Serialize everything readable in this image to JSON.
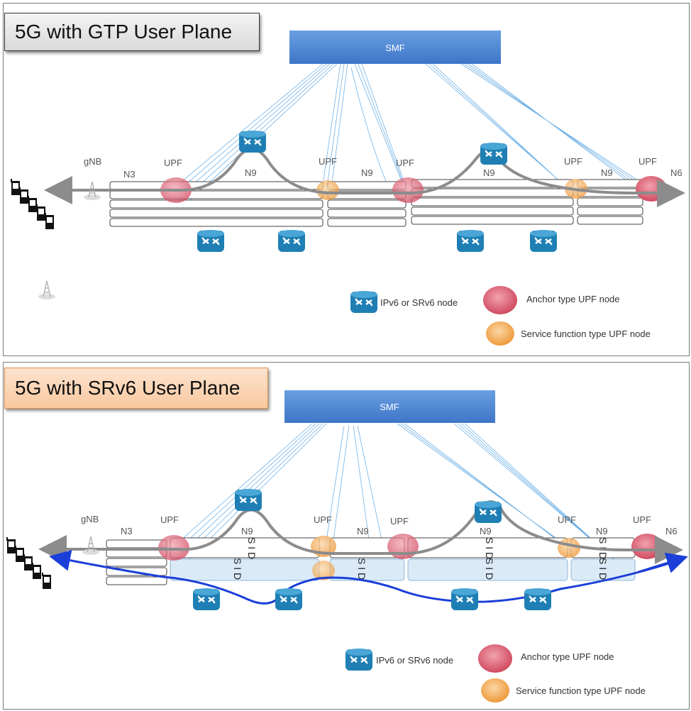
{
  "panels": {
    "gtp": {
      "title": "5G with GTP User Plane",
      "smf_label": "SMF",
      "gnb_label": "gNB",
      "interfaces": {
        "n3": "N3",
        "n9a": "N9",
        "n9b": "N9",
        "n9c": "N9",
        "n9d": "N9",
        "n6": "N6"
      },
      "upf_labels": [
        "UPF",
        "UPF",
        "UPF",
        "UPF",
        "UPF"
      ]
    },
    "srv6": {
      "title": "5G with SRv6 User Plane",
      "smf_label": "SMF",
      "gnb_label": "gNB",
      "interfaces": {
        "n3": "N3",
        "n9a": "N9",
        "n9b": "N9",
        "n9c": "N9",
        "n9d": "N9",
        "n6": "N6"
      },
      "upf_labels": [
        "UPF",
        "UPF",
        "UPF",
        "UPF",
        "UPF"
      ],
      "sid_text": "S I D"
    }
  },
  "legend": {
    "ipv6_node": "IPv6 or SRv6 node",
    "anchor_upf": "Anchor type UPF node",
    "service_upf": "Service function type UPF node"
  },
  "colors": {
    "smf_blue": "#4a86d6",
    "router_blue": "#1f7fb4",
    "anchor_red": "#d9546a",
    "service_orange": "#f2a04a",
    "path_gray": "#8c8c8c",
    "srv6_path_blue": "#1b3fd8",
    "signal_line": "#6fb1e6"
  }
}
